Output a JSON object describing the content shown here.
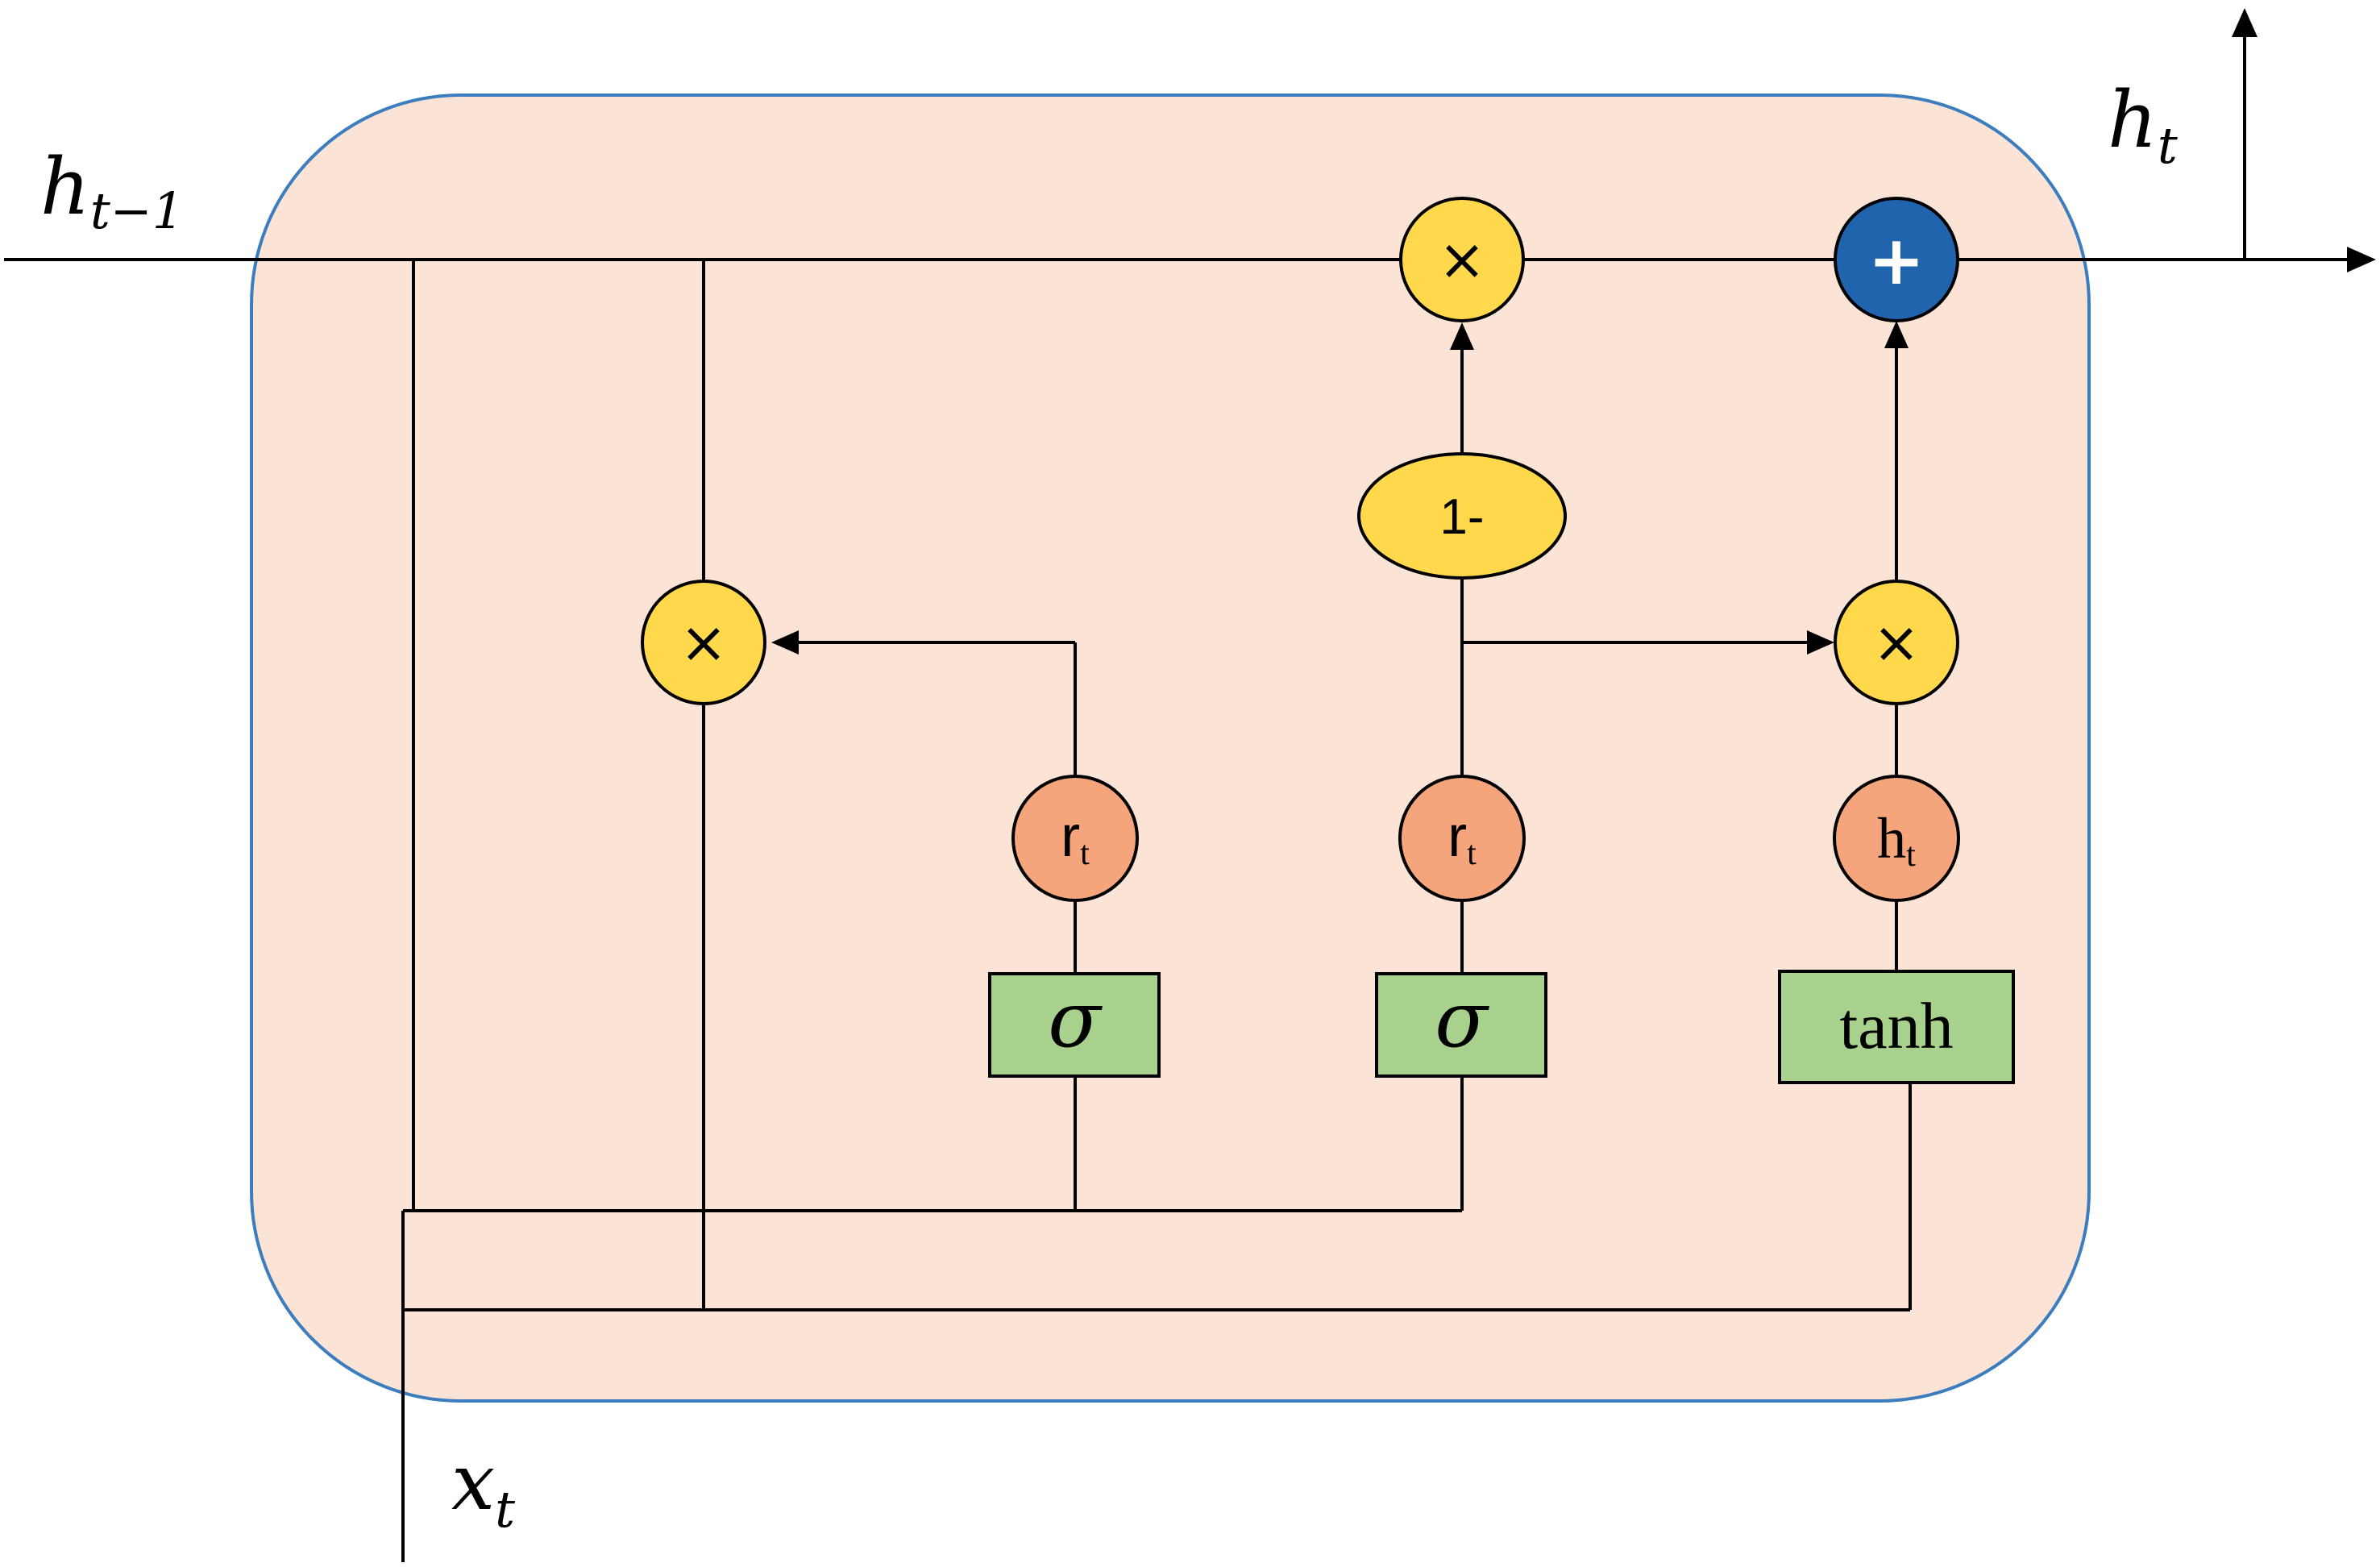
{
  "labels": {
    "h_prev_main": "h",
    "h_prev_sub": "t−1",
    "h_out_main": "h",
    "h_out_sub": "t",
    "x_main": "x",
    "x_sub": "t"
  },
  "operators": {
    "multiply": "×",
    "add": "+",
    "one_minus": "1-"
  },
  "gates": [
    {
      "main": "r",
      "sub": "t",
      "activation": "σ"
    },
    {
      "main": "r",
      "sub": "t",
      "activation": "σ"
    },
    {
      "main": "h",
      "sub": "t",
      "activation": "tanh"
    }
  ],
  "colors": {
    "cell_fill": "#fbe4d5",
    "cell_border": "#3c7dbf",
    "operator_yellow": "#ffd84c",
    "operator_blue": "#1f64ad",
    "gate_node": "#f4a57c",
    "activation_box": "#a9d18e"
  }
}
